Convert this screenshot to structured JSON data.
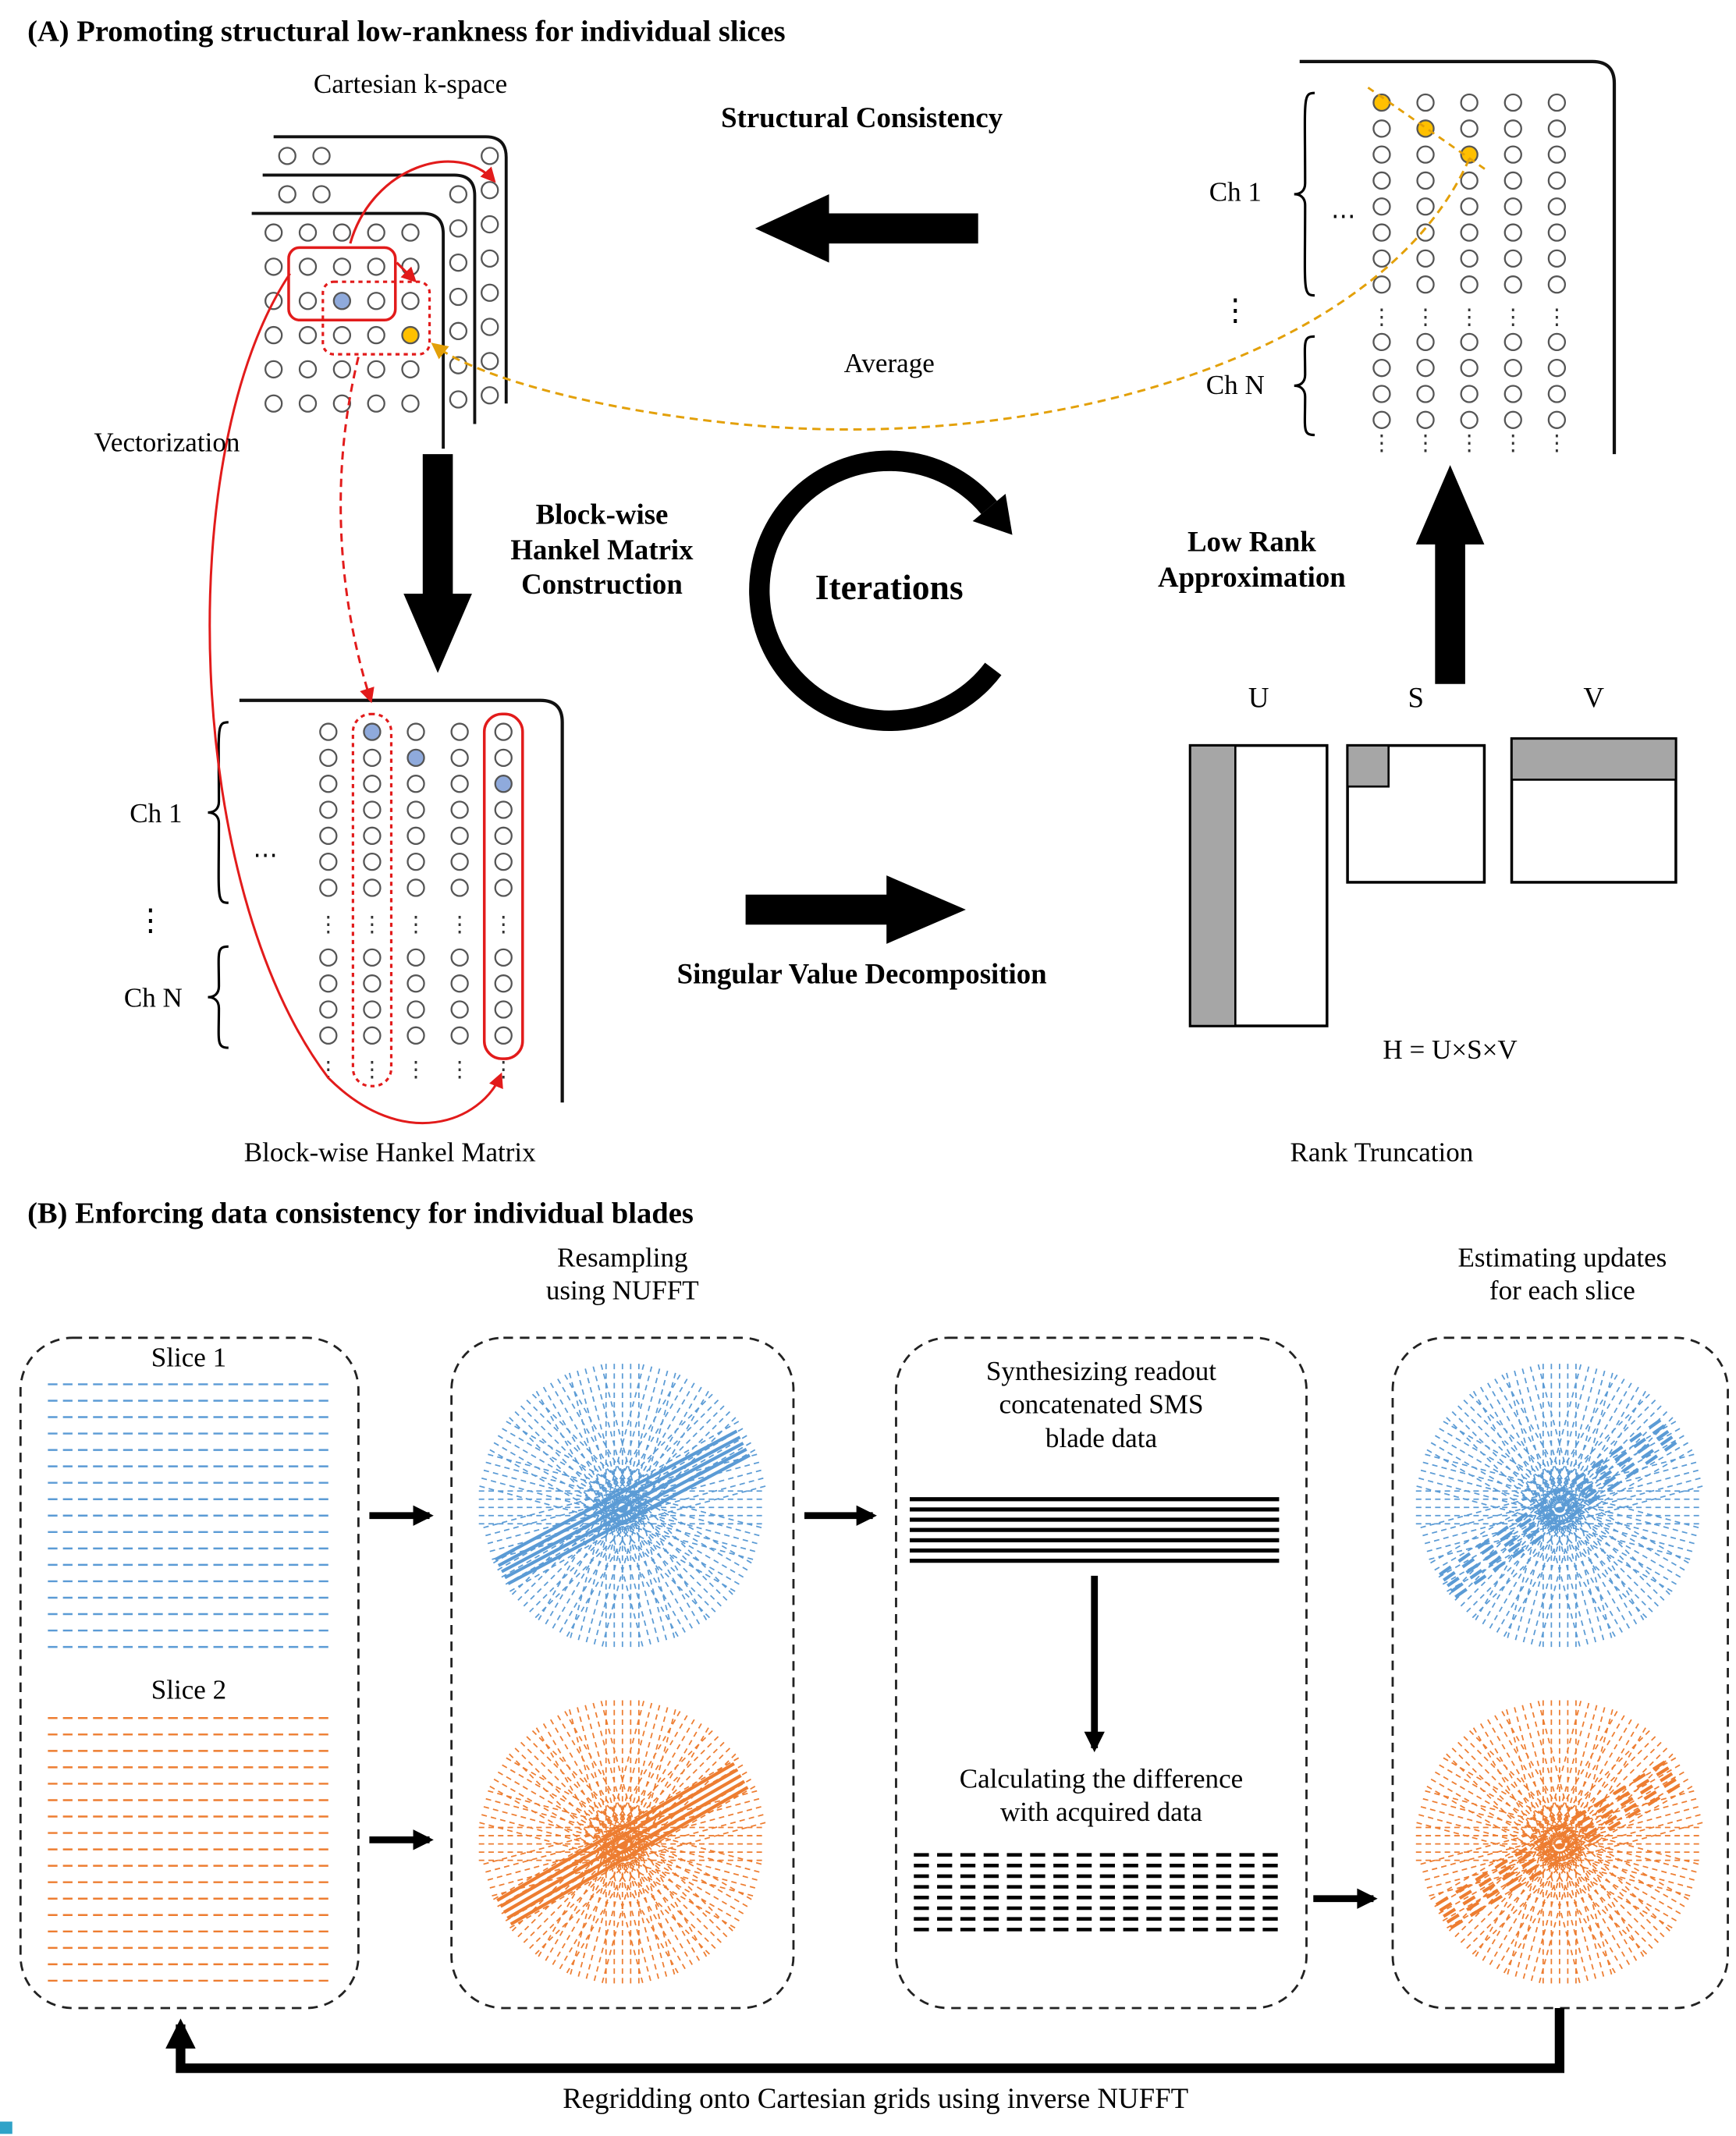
{
  "figure": {
    "panel_a": {
      "title": "(A) Promoting structural low-rankness for individual slices",
      "cartesian_kspace_label": "Cartesian k-space",
      "structural_consistency": "Structural Consistency",
      "average": "Average",
      "vectorization": "Vectorization",
      "hankel_construction": "Block-wise\nHankel Matrix\nConstruction",
      "iterations": "Iterations",
      "low_rank": "Low Rank\nApproximation",
      "svd": "Singular Value Decomposition",
      "u": "U",
      "s": "S",
      "v": "V",
      "h_equation": "H = U×S×V",
      "hankel_matrix_label": "Block-wise Hankel Matrix",
      "rank_truncation": "Rank Truncation"
    },
    "panel_b": {
      "title": "(B) Enforcing data consistency for individual blades",
      "resampling": "Resampling\nusing NUFFT",
      "estimating": "Estimating updates\nfor each slice",
      "slice1": "Slice 1",
      "slice2": "Slice 2",
      "synthesizing": "Synthesizing readout\nconcatenated SMS\nblade data",
      "calculating": "Calculating the difference\nwith acquired data",
      "regridding": "Regridding onto Cartesian grids using inverse NUFFT"
    },
    "labels": {
      "ch1": "Ch 1",
      "chN": "Ch N",
      "hdots": "⋯",
      "vdots": "⋮"
    },
    "colors": {
      "blue": "#5B9BD5",
      "orange": "#ED7D31",
      "yellow": "#FFC000",
      "yellow_line": "#E3A008",
      "red": "#E21B1B",
      "blue_dot": "#8FAADC",
      "gray_fill": "#A6A6A6"
    }
  }
}
